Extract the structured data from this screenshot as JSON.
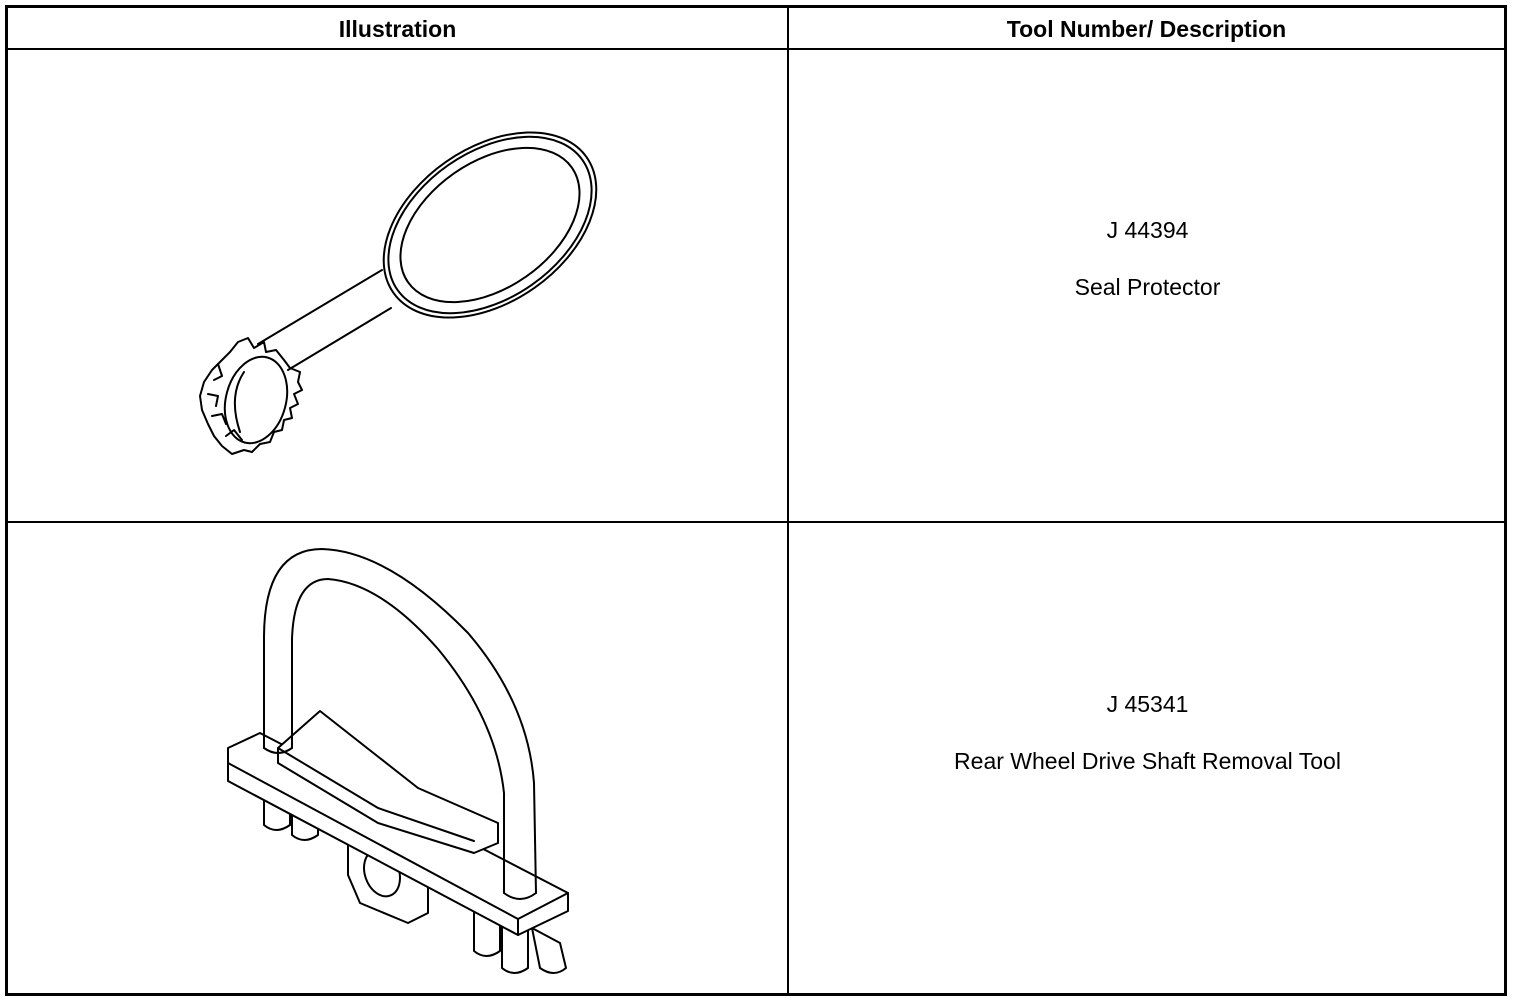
{
  "table": {
    "headers": {
      "illustration": "Illustration",
      "tool": "Tool Number/ Description"
    },
    "rows": [
      {
        "tool_number": "J 44394",
        "description": "Seal Protector",
        "illustration_icon": "seal-protector-icon"
      },
      {
        "tool_number": "J 45341",
        "description": "Rear Wheel Drive Shaft Removal Tool",
        "illustration_icon": "drive-shaft-removal-tool-icon"
      }
    ]
  },
  "colors": {
    "border": "#000000",
    "background": "#ffffff",
    "text": "#000000"
  }
}
